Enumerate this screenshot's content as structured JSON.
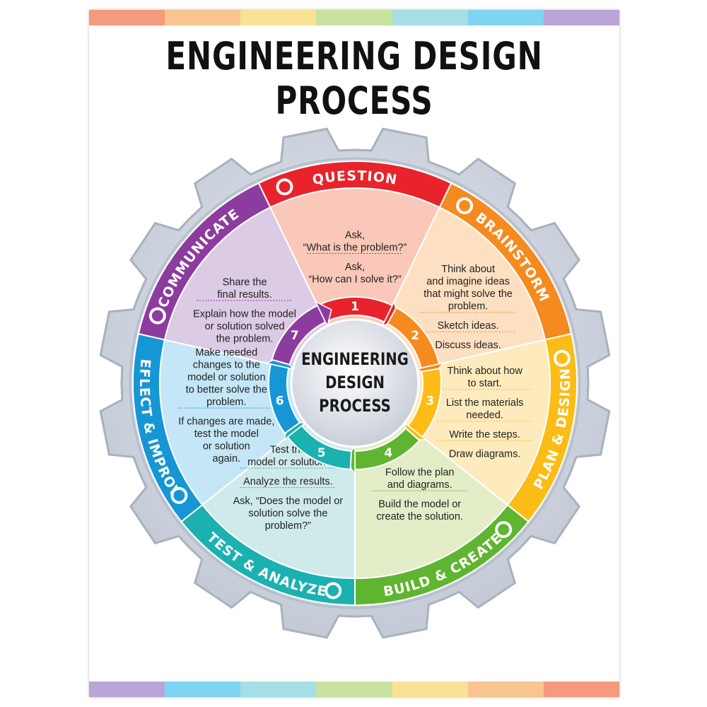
{
  "title": "ENGINEERING DESIGN PROCESS",
  "center_label": [
    "ENGINEERING",
    "DESIGN",
    "PROCESS"
  ],
  "stripe_colors_top": [
    "#f59a7a",
    "#f9c48f",
    "#fbe196",
    "#c8e3a0",
    "#a4dfe5",
    "#7fd3f3",
    "#bba4d6"
  ],
  "stripe_colors_bottom": [
    "#bba4d6",
    "#7fd3f3",
    "#a4dfe5",
    "#c8e3a0",
    "#fbe196",
    "#f9c48f",
    "#f59a7a"
  ],
  "steps": [
    {
      "number": "1",
      "name": "QUESTION",
      "icon": "question-icon",
      "color": "#e8232b",
      "fill": "#f9c8b8",
      "lines": [
        [
          "Ask,",
          "“What is the problem?”"
        ],
        [
          "Ask,",
          "“How can I solve it?”"
        ]
      ]
    },
    {
      "number": "2",
      "name": "BRAINSTORM",
      "icon": "lightbulb-icon",
      "color": "#f58a1f",
      "fill": "#fde0c2",
      "lines": [
        [
          "Think about",
          "and imagine ideas",
          "that might solve the",
          "problem."
        ],
        [
          "Sketch ideas."
        ],
        [
          "Discuss ideas."
        ]
      ]
    },
    {
      "number": "3",
      "name": "PLAN & DESIGN",
      "icon": "pencil-icon",
      "color": "#fbbc15",
      "fill": "#fdebbe",
      "lines": [
        [
          "Think about how",
          "to start."
        ],
        [
          "List the materials",
          "needed."
        ],
        [
          "Write the steps."
        ],
        [
          "Draw diagrams."
        ]
      ]
    },
    {
      "number": "4",
      "name": "BUILD & CREATE",
      "icon": "puzzle-icon",
      "color": "#5fb530",
      "fill": "#e3eec8",
      "lines": [
        [
          "Follow the plan",
          "and diagrams."
        ],
        [
          "Build the model or",
          "create the solution."
        ]
      ]
    },
    {
      "number": "5",
      "name": "TEST & ANALYZE",
      "icon": "magnifier-check-icon",
      "color": "#1ab1b0",
      "fill": "#cfeaea",
      "lines": [
        [
          "Test the",
          "model or solution."
        ],
        [
          "Analyze the results."
        ],
        [
          "Ask, “Does the model or",
          "solution solve the",
          "problem?”"
        ]
      ]
    },
    {
      "number": "6",
      "name": "REFLECT & IMPROVE",
      "icon": "wrench-icon",
      "color": "#1696d4",
      "fill": "#c4e6f6",
      "lines": [
        [
          "Make needed",
          "changes to the",
          "model or solution",
          "to better solve the",
          "problem."
        ],
        [
          "If changes are made,",
          "test the model",
          "or solution",
          "again."
        ]
      ]
    },
    {
      "number": "7",
      "name": "COMMUNICATE",
      "icon": "speaking-head-icon",
      "color": "#8c3b9e",
      "fill": "#dccbe4",
      "lines": [
        [
          "Share the",
          "final results."
        ],
        [
          "Explain how the model",
          "or solution solved",
          "the problem."
        ]
      ]
    }
  ],
  "gear_color": "#d8dde6"
}
